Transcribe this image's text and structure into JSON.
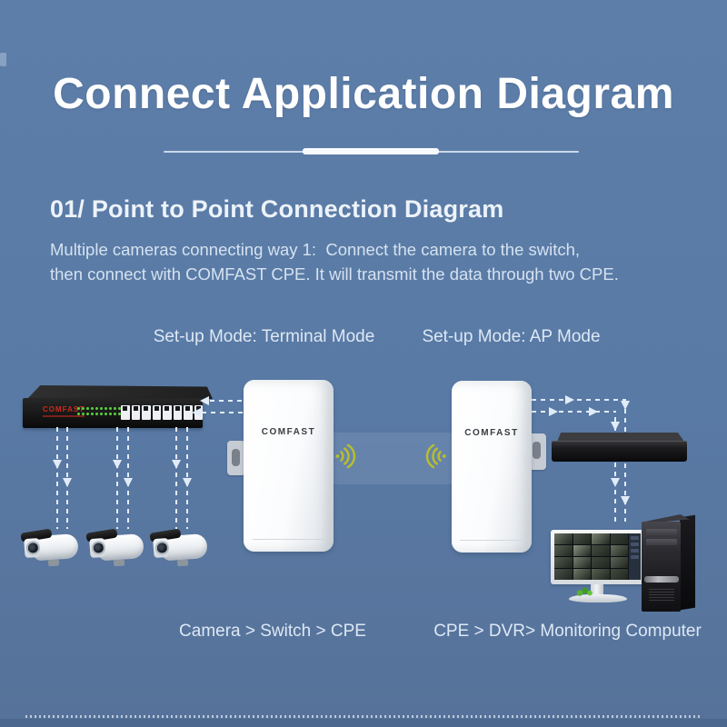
{
  "title": "Connect Application Diagram",
  "section": {
    "heading": "01/  Point to Point Connection Diagram",
    "description_line1": "Multiple cameras connecting way 1:  Connect the camera to the switch,",
    "description_line2": "then connect with COMFAST CPE. It will transmit the data through two CPE."
  },
  "modes": {
    "terminal": "Set-up Mode: Terminal Mode",
    "ap": "Set-up Mode: AP Mode"
  },
  "captions": {
    "left": "Camera > Switch > CPE",
    "right": "CPE > DVR> Monitoring Computer"
  },
  "devices": {
    "switch": {
      "brand": "COMFAST",
      "port_count": 8,
      "led_rows": 2,
      "led_cols": 10
    },
    "cpe_left": {
      "brand": "COMFAST"
    },
    "cpe_right": {
      "brand": "COMFAST"
    },
    "camera_count": 3
  },
  "monitor_screen": {
    "cols": 4,
    "rows": 4,
    "cell_colors": [
      "#6b7468",
      "#4a5248",
      "#7d8577",
      "#39413b",
      "#585f52",
      "#8a9183",
      "#444c42",
      "#676f62",
      "#525a4e",
      "#777f70",
      "#3e463c",
      "#5d655a",
      "#49514a",
      "#707868",
      "#565e50",
      "#434b40"
    ]
  },
  "colors": {
    "background": "#5a7aa6",
    "title_text": "#ffffff",
    "body_text": "#d7e3f1",
    "wifi_icon": "#b9bf2a",
    "switch_brand_red": "#cc2b1f",
    "led_green": "#5ad23c",
    "dash": "#e2ecf8"
  }
}
